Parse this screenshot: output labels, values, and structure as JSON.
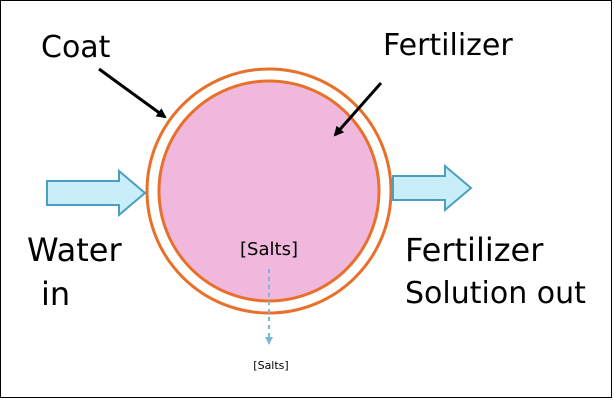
{
  "labels": {
    "coat": "Coat",
    "fertilizer": "Fertilizer",
    "water_in_line1": "Water",
    "water_in_line2": "in",
    "solution_out_line1": "Fertilizer",
    "solution_out_line2": "Solution out",
    "salts_inside": "[Salts]",
    "salts_outside": "[Salts]"
  },
  "colors": {
    "coat": "#e8702a",
    "fertilizer": "#f0b8dc",
    "arrow_fill": "#c8eefa",
    "arrow_stroke": "#4a9fc0",
    "salts_leak": "#7ab8d8",
    "text": "#000000"
  }
}
